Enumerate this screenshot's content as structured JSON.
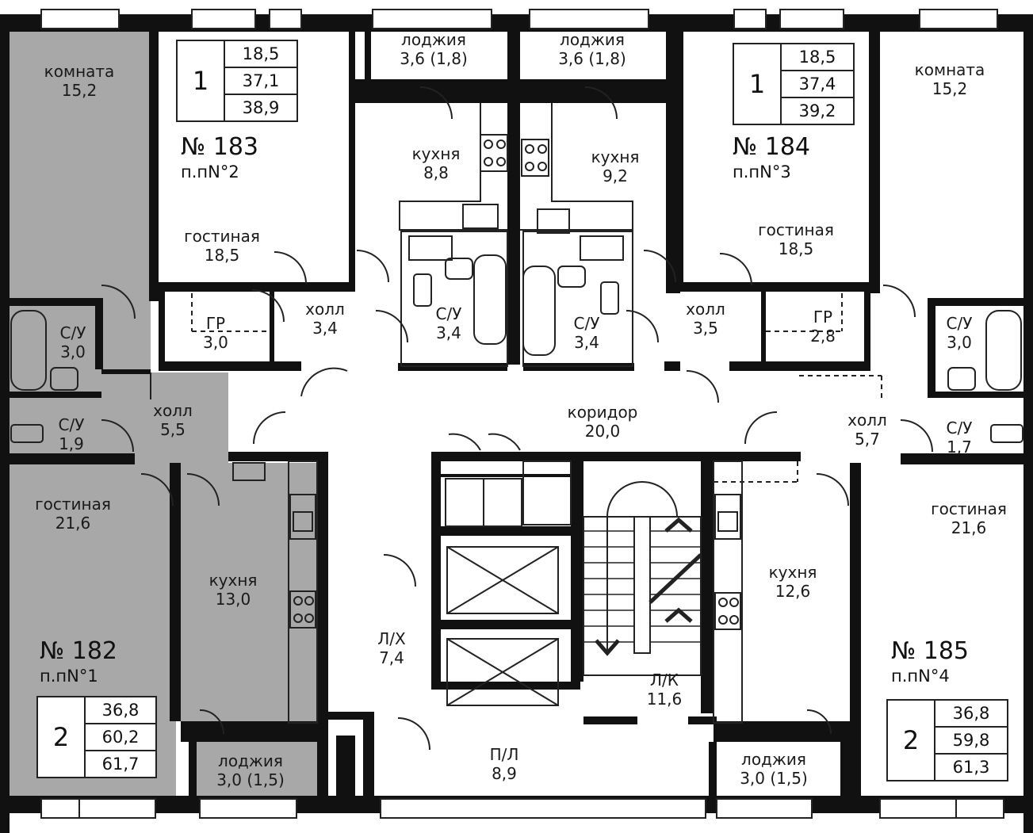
{
  "colors": {
    "wall": "#111111",
    "shaded": "#a8a8a8",
    "floor": "#ffffff",
    "line": "#222222"
  },
  "apartments": {
    "a182": {
      "number": "№ 182",
      "pp": "п.пN°1",
      "rooms": "2",
      "areas": [
        "36,8",
        "60,2",
        "61,7"
      ]
    },
    "a183": {
      "number": "№ 183",
      "pp": "п.пN°2",
      "rooms": "1",
      "areas": [
        "18,5",
        "37,1",
        "38,9"
      ]
    },
    "a184": {
      "number": "№ 184",
      "pp": "п.пN°3",
      "rooms": "1",
      "areas": [
        "18,5",
        "37,4",
        "39,2"
      ]
    },
    "a185": {
      "number": "№ 185",
      "pp": "п.пN°4",
      "rooms": "2",
      "areas": [
        "36,8",
        "59,8",
        "61,3"
      ]
    }
  },
  "rooms": {
    "komnata_l": {
      "name": "комната",
      "area": "15,2"
    },
    "komnata_r": {
      "name": "комната",
      "area": "15,2"
    },
    "logg_tl": {
      "name": "лоджия",
      "area": "3,6 (1,8)"
    },
    "logg_tr": {
      "name": "лоджия",
      "area": "3,6 (1,8)"
    },
    "kitchen_183": {
      "name": "кухня",
      "area": "8,8"
    },
    "kitchen_184": {
      "name": "кухня",
      "area": "9,2"
    },
    "living_183": {
      "name": "гостиная",
      "area": "18,5"
    },
    "living_184": {
      "name": "гостиная",
      "area": "18,5"
    },
    "gr_183": {
      "name": "ГР",
      "area": "3,0"
    },
    "gr_184": {
      "name": "ГР",
      "area": "2,8"
    },
    "hall_183": {
      "name": "холл",
      "area": "3,4"
    },
    "hall_184": {
      "name": "холл",
      "area": "3,5"
    },
    "su_183": {
      "name": "С/У",
      "area": "3,4"
    },
    "su_184": {
      "name": "С/У",
      "area": "3,4"
    },
    "su_l1": {
      "name": "С/У",
      "area": "3,0"
    },
    "su_l2": {
      "name": "С/У",
      "area": "1,9"
    },
    "su_r1": {
      "name": "С/У",
      "area": "3,0"
    },
    "su_r2": {
      "name": "С/У",
      "area": "1,7"
    },
    "hall_182": {
      "name": "холл",
      "area": "5,5"
    },
    "hall_185": {
      "name": "холл",
      "area": "5,7"
    },
    "corridor": {
      "name": "коридор",
      "area": "20,0"
    },
    "living_182": {
      "name": "гостиная",
      "area": "21,6"
    },
    "living_185": {
      "name": "гостиная",
      "area": "21,6"
    },
    "kitchen_182": {
      "name": "кухня",
      "area": "13,0"
    },
    "kitchen_185": {
      "name": "кухня",
      "area": "12,6"
    },
    "lift_hall": {
      "name": "Л/Х",
      "area": "7,4"
    },
    "stair": {
      "name": "Л/К",
      "area": "11,6"
    },
    "pl": {
      "name": "П/Л",
      "area": "8,9"
    },
    "logg_bl": {
      "name": "лоджия",
      "area": "3,0 (1,5)"
    },
    "logg_br": {
      "name": "лоджия",
      "area": "3,0 (1,5)"
    }
  }
}
